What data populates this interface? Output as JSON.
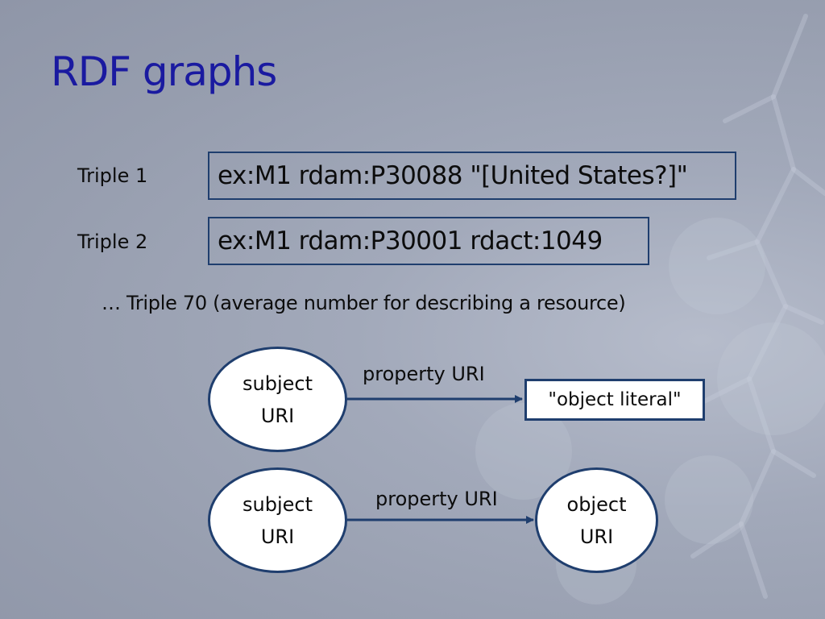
{
  "title": "RDF graphs",
  "triples": [
    {
      "label": "Triple 1",
      "statement": "ex:M1 rdam:P30088 \"[United States?]\""
    },
    {
      "label": "Triple 2",
      "statement": "ex:M1 rdam:P30001 rdact:1049"
    }
  ],
  "note": "… Triple 70 (average number for describing a resource)",
  "diagram": {
    "literal_triple": {
      "subject_line1": "subject",
      "subject_line2": "URI",
      "property": "property URI",
      "object": "\"object literal\""
    },
    "uri_triple": {
      "subject_line1": "subject",
      "subject_line2": "URI",
      "property": "property URI",
      "object_line1": "object",
      "object_line2": "URI"
    }
  },
  "colors": {
    "title": "#1a1aa0",
    "border": "#1f3e6e",
    "background": "#9ca3b4"
  }
}
